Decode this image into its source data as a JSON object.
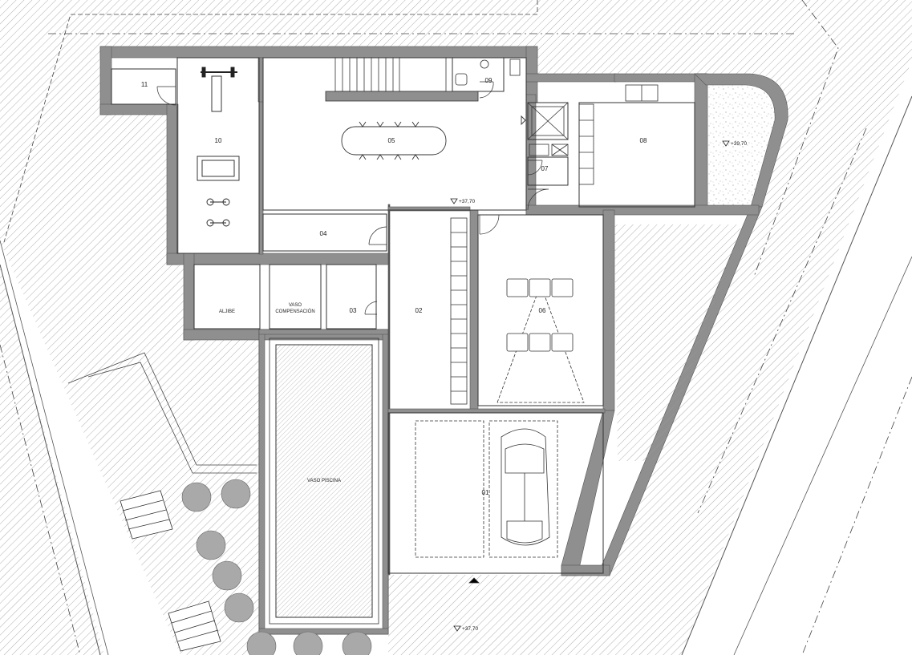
{
  "rooms": {
    "r01": "01",
    "r02": "02",
    "r03": "03",
    "r04": "04",
    "r05": "05",
    "r06": "06",
    "r07": "07",
    "r08": "08",
    "r09": "09",
    "r10": "10",
    "r11": "11",
    "aljibe": "ALJIBE",
    "vaso_comp_1": "VASO",
    "vaso_comp_2": "COMPENSACIÓN",
    "vaso_piscina": "VASO PISCINA"
  },
  "levels": {
    "interior": "+37,70",
    "exterior": "+37,70",
    "garden": "+39,70"
  },
  "colors": {
    "wall": "#8f8f8f",
    "hatch": "#9a9a9a",
    "line": "#333333",
    "tree": "#a9a9a9"
  }
}
